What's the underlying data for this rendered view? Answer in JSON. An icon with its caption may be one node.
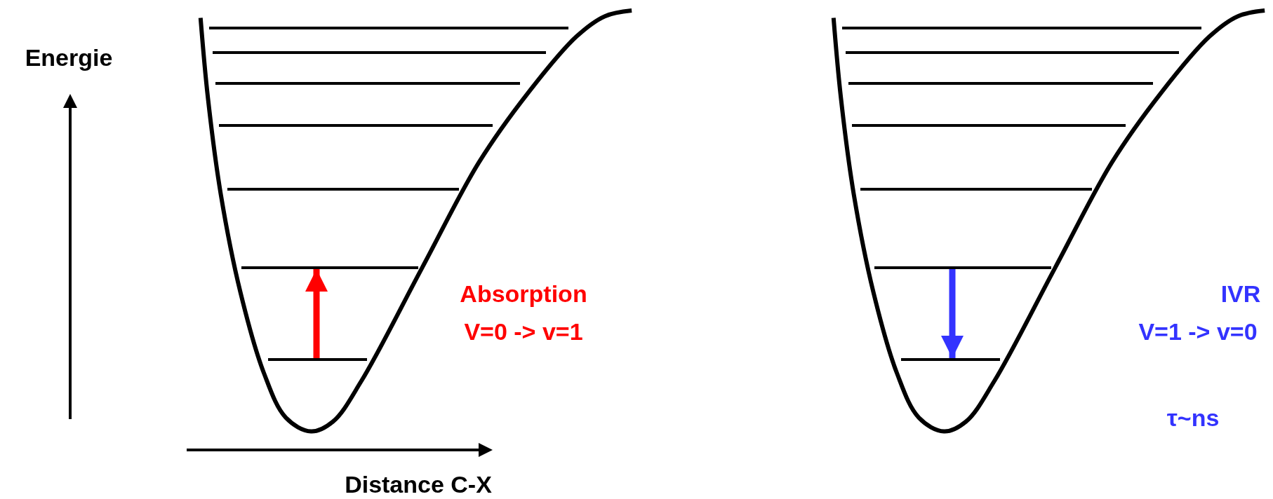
{
  "diagram": {
    "nodes": [
      {
        "text": [],
        "shape": "bar"
      },
      {
        "text": [],
        "shape": "bar"
      },
      {
        "text": [],
        "shape": "bar"
      },
      {
        "text": [],
        "shape": "bar"
      },
      {
        "text": [],
        "shape": "bar"
      },
      {
        "text": [],
        "shape": "bar"
      },
      {
        "text": [],
        "shape": "bar"
      },
      {
        "text": [],
        "shape": "bar"
      },
      {
        "text": [],
        "shape": "bar"
      },
      {
        "text": [],
        "shape": "bar"
      },
      {
        "text": [],
        "shape": "bar"
      },
      {
        "text": [],
        "shape": "bar"
      },
      {
        "text": [],
        "shape": "bar"
      },
      {
        "text": [],
        "shape": "bar"
      }
    ],
    "edges": [
      {
        "from": 6,
        "to": 5,
        "arrow": "to",
        "color": "#ff0000"
      },
      {
        "from": 12,
        "to": 13,
        "arrow": "to",
        "color": "#3333ff"
      }
    ],
    "labels": [
      "Energie",
      "Absorption",
      "V=0 -> v=1",
      "IVR",
      "V=1 -> v=0",
      "τ~ns",
      "Distance C-X"
    ]
  }
}
